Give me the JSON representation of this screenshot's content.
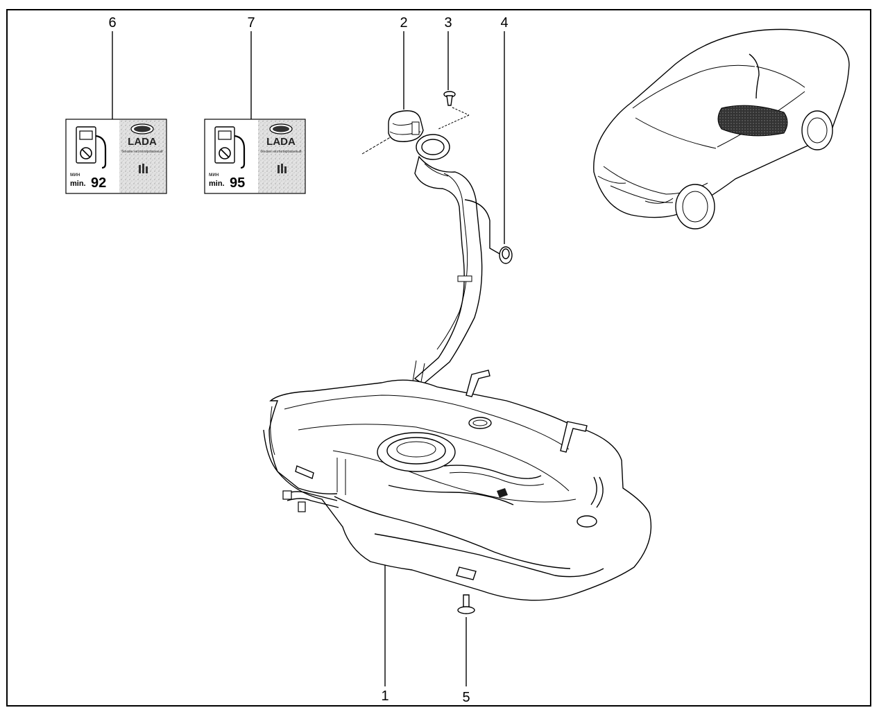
{
  "callouts": [
    {
      "id": "1",
      "text": "1"
    },
    {
      "id": "2",
      "text": "2"
    },
    {
      "id": "3",
      "text": "3"
    },
    {
      "id": "4",
      "text": "4"
    },
    {
      "id": "5",
      "text": "5"
    },
    {
      "id": "6",
      "text": "6"
    },
    {
      "id": "7",
      "text": "7"
    }
  ],
  "labels": {
    "label92": {
      "brand": "LADA",
      "min_ru": "мин",
      "min": "min.",
      "octane": "92",
      "fine_text": "бензин неэтилированный"
    },
    "label95": {
      "brand": "LADA",
      "min_ru": "мин",
      "min": "min.",
      "octane": "95",
      "fine_text": "бензин неэтилированный"
    }
  },
  "colors": {
    "line": "#000000",
    "label_bg": "#d8d8d8",
    "tank_mark": "#1a1a1a"
  }
}
